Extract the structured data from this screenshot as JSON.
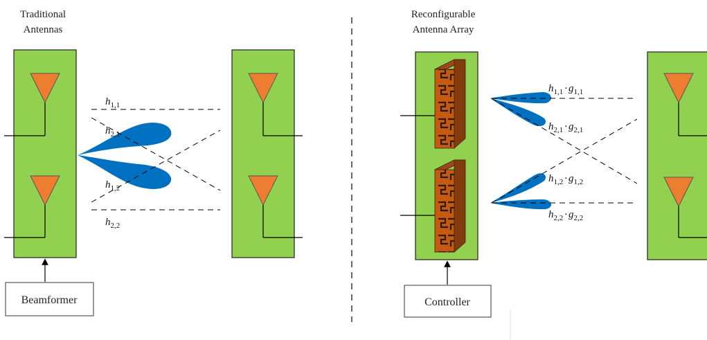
{
  "left": {
    "title_line1": "Traditional",
    "title_line2": "Antennas",
    "controller_label": "Beamformer",
    "channels": [
      {
        "base": "h",
        "sub": "1,1"
      },
      {
        "base": "h",
        "sub": "2,1"
      },
      {
        "base": "h",
        "sub": "1,2"
      },
      {
        "base": "h",
        "sub": "2,2"
      }
    ]
  },
  "right": {
    "title_line1": "Reconfigurable",
    "title_line2": "Antenna Array",
    "controller_label": "Controller",
    "channels": [
      {
        "base": "h",
        "sub": "1,1",
        "dot": "·",
        "gbase": "g",
        "gsub": "1,1"
      },
      {
        "base": "h",
        "sub": "2,1",
        "dot": "·",
        "gbase": "g",
        "gsub": "2,1"
      },
      {
        "base": "h",
        "sub": "1,2",
        "dot": "·",
        "gbase": "g",
        "gsub": "1,2"
      },
      {
        "base": "h",
        "sub": "2,2",
        "dot": "·",
        "gbase": "g",
        "gsub": "2,2"
      }
    ]
  },
  "colors": {
    "panel": "#92d050",
    "antenna": "#ed7d31",
    "beam": "#0070c0",
    "element": "#c55a11"
  }
}
